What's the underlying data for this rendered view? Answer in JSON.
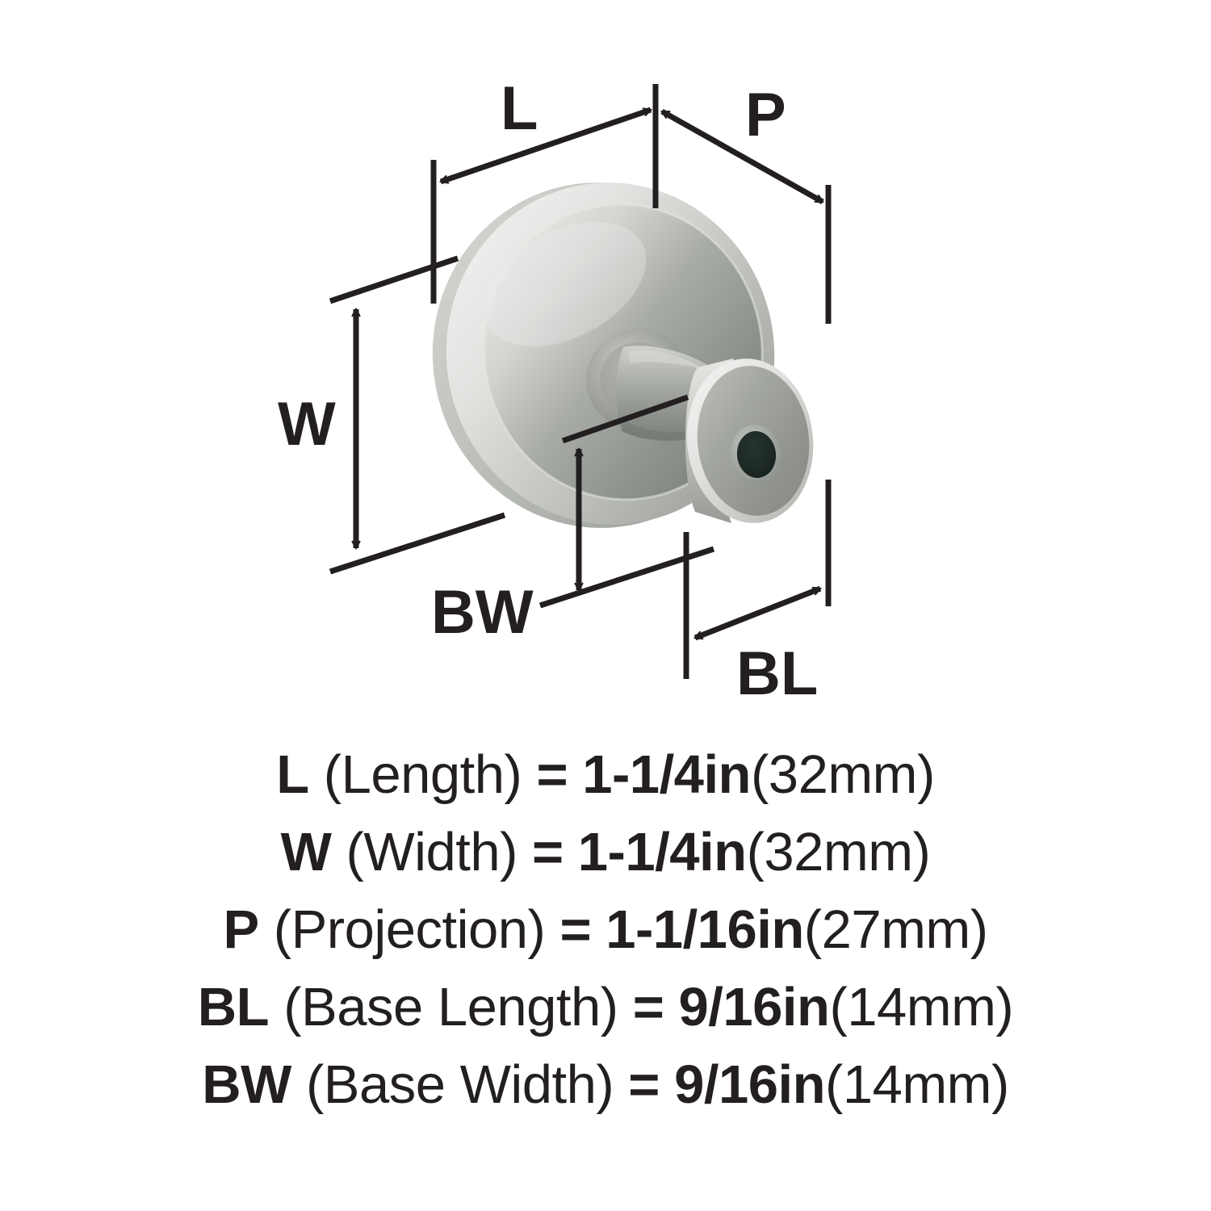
{
  "diagram": {
    "title": "Cabinet knob dimension diagram",
    "product": "round-disc-knob-with-flange",
    "callouts": [
      {
        "key": "L",
        "label": "L",
        "name": "length-callout"
      },
      {
        "key": "P",
        "label": "P",
        "name": "projection-callout"
      },
      {
        "key": "W",
        "label": "W",
        "name": "width-callout"
      },
      {
        "key": "BW",
        "label": "BW",
        "name": "base-width-callout"
      },
      {
        "key": "BL",
        "label": "BL",
        "name": "base-length-callout"
      }
    ],
    "colors": {
      "line": "#231f20",
      "background": "#ffffff",
      "metal_highlight": "#e4e4e1",
      "metal_light": "#cfd0cc",
      "metal_mid": "#9a9c97",
      "metal_dark": "#7e827c",
      "metal_shadow": "#6e726c",
      "hole": "#1d2a26"
    }
  },
  "legend": {
    "rows": [
      {
        "symbol": "L",
        "description": "(Length)",
        "equals": "=",
        "imperial": "1-1/4in",
        "metric": "(32mm)"
      },
      {
        "symbol": "W",
        "description": "(Width)",
        "equals": "=",
        "imperial": "1-1/4in",
        "metric": "(32mm)"
      },
      {
        "symbol": "P",
        "description": "(Projection)",
        "equals": "=",
        "imperial": "1-1/16in",
        "metric": "(27mm)"
      },
      {
        "symbol": "BL",
        "description": "(Base Length)",
        "equals": "=",
        "imperial": "9/16in",
        "metric": "(14mm)"
      },
      {
        "symbol": "BW",
        "description": "(Base Width)",
        "equals": "=",
        "imperial": "9/16in",
        "metric": "(14mm)"
      }
    ]
  }
}
